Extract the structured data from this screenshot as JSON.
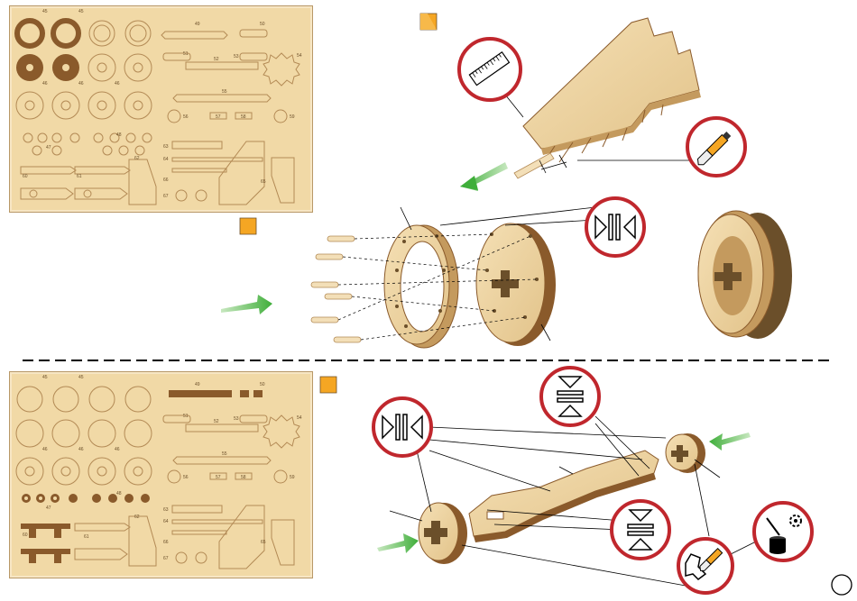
{
  "sheet_top": {
    "part_labels": [
      "45",
      "45",
      "46",
      "46",
      "46",
      "47",
      "48",
      "49",
      "50",
      "51",
      "52",
      "53",
      "54",
      "55",
      "56",
      "57",
      "58",
      "59",
      "60",
      "61",
      "62",
      "63",
      "64",
      "65",
      "66",
      "67"
    ]
  },
  "sheet_bottom": {
    "part_labels": [
      "45",
      "45",
      "46",
      "46",
      "46",
      "47",
      "48",
      "49",
      "50",
      "51",
      "52",
      "53",
      "54",
      "55",
      "56",
      "57",
      "58",
      "59",
      "60",
      "61",
      "62",
      "63",
      "64",
      "65",
      "66",
      "67"
    ]
  },
  "icons": {
    "ruler": "ruler-icon",
    "knife": "craft-knife-icon",
    "press_together": "press-together-icon",
    "press_vertical": "press-vertical-icon",
    "glue_wax": "wax-gear-icon",
    "sand": "sanding-icon"
  },
  "colors": {
    "wood": "#f1d9a6",
    "wood_dark": "#8a5a2b",
    "accent_red": "#c0272d",
    "arrow_green": "#3fae3a",
    "flag_orange": "#f5a623"
  }
}
